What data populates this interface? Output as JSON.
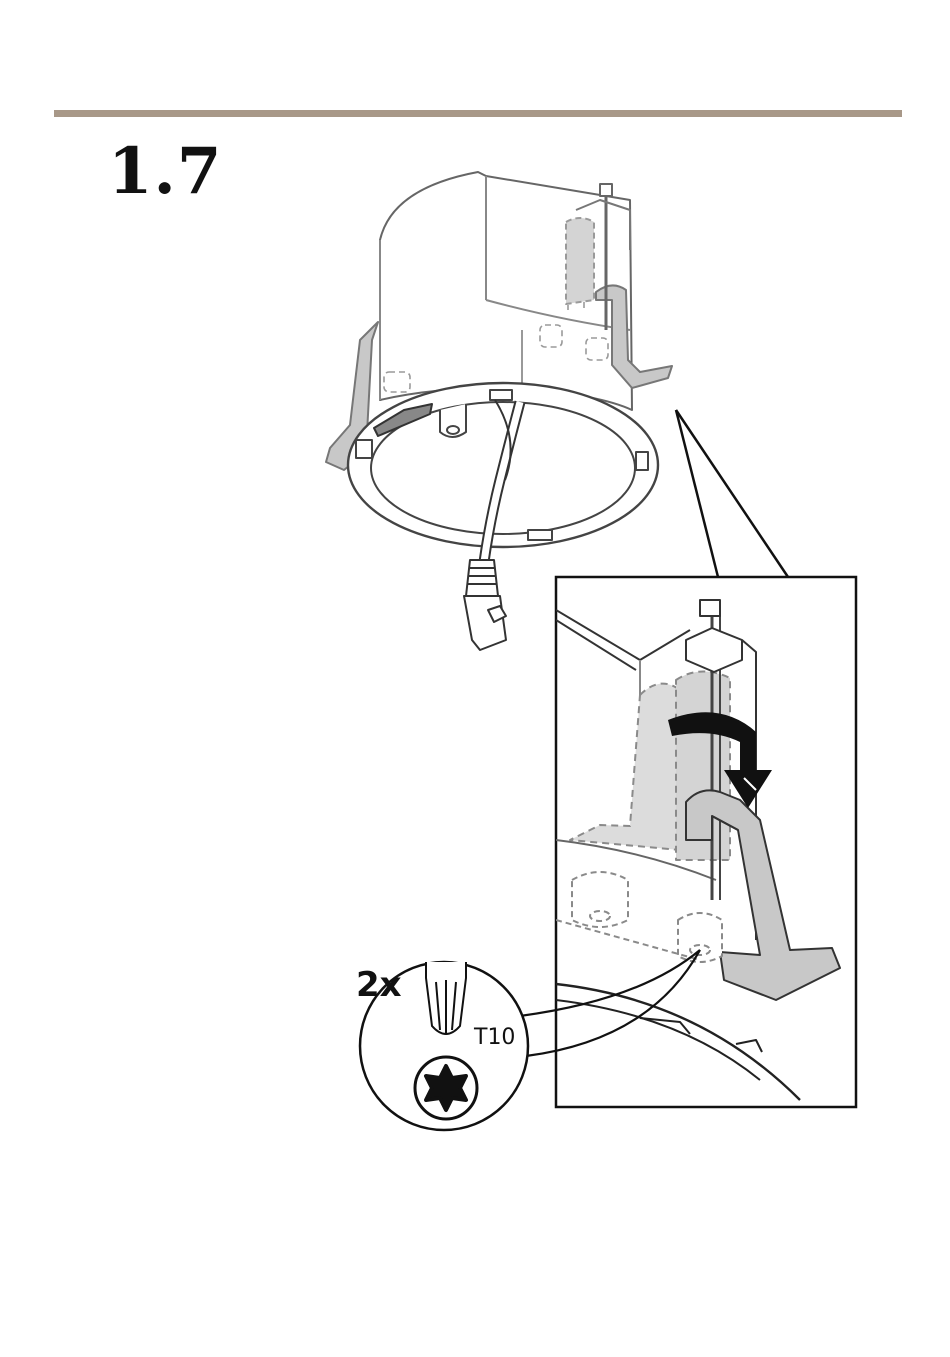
{
  "step": {
    "number": "1.7"
  },
  "callout": {
    "quantity": "2x",
    "tool": "T10"
  },
  "colors": {
    "rule": "#a89888",
    "part_gray": "#c8c8c8",
    "hidden_gray": "#9a9a9a",
    "line": "#222222"
  },
  "icons": {
    "tool_bit": "torx-bit-icon",
    "screw_head": "torx-screw-head-icon",
    "rotation": "rotate-arrow-icon"
  }
}
